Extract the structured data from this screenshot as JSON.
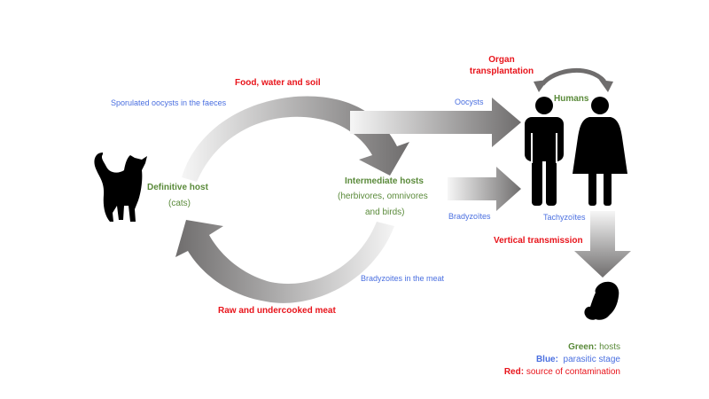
{
  "labels": {
    "food_water_soil": "Food, water and soil",
    "sporulated_oocysts": "Sporulated oocysts in the faeces",
    "definitive_host": "Definitive host",
    "definitive_host_sub": "(cats)",
    "intermediate_hosts": "Intermediate hosts",
    "intermediate_hosts_sub1": "(herbivores, omnivores",
    "intermediate_hosts_sub2": "and birds)",
    "oocysts": "Oocysts",
    "bradyzoites": "Bradyzoïtes",
    "organ_transplantation_1": "Organ",
    "organ_transplantation_2": "transplantation",
    "humans": "Humans",
    "tachyzoites": "Tachyzoïtes",
    "vertical_transmission": "Vertical transmission",
    "bradyzoites_meat": "Bradyzoites in the meat",
    "raw_meat": "Raw and undercooked meat"
  },
  "legend": [
    {
      "key": "Green:",
      "text": " hosts",
      "color": "#5a8a3a"
    },
    {
      "key": "Blue:",
      "text": "  parasitic stage",
      "color": "#4a6fe0"
    },
    {
      "key": "Red:",
      "text": " source of contamination",
      "color": "#e8141b"
    }
  ],
  "colors": {
    "red": "#e8141b",
    "blue": "#4a6fe0",
    "green": "#5a8a3a",
    "arrow_dark": "#707070",
    "arrow_light": "#f2f2f2"
  },
  "icons": [
    "cat-icon",
    "man-icon",
    "woman-icon",
    "fetus-icon"
  ]
}
